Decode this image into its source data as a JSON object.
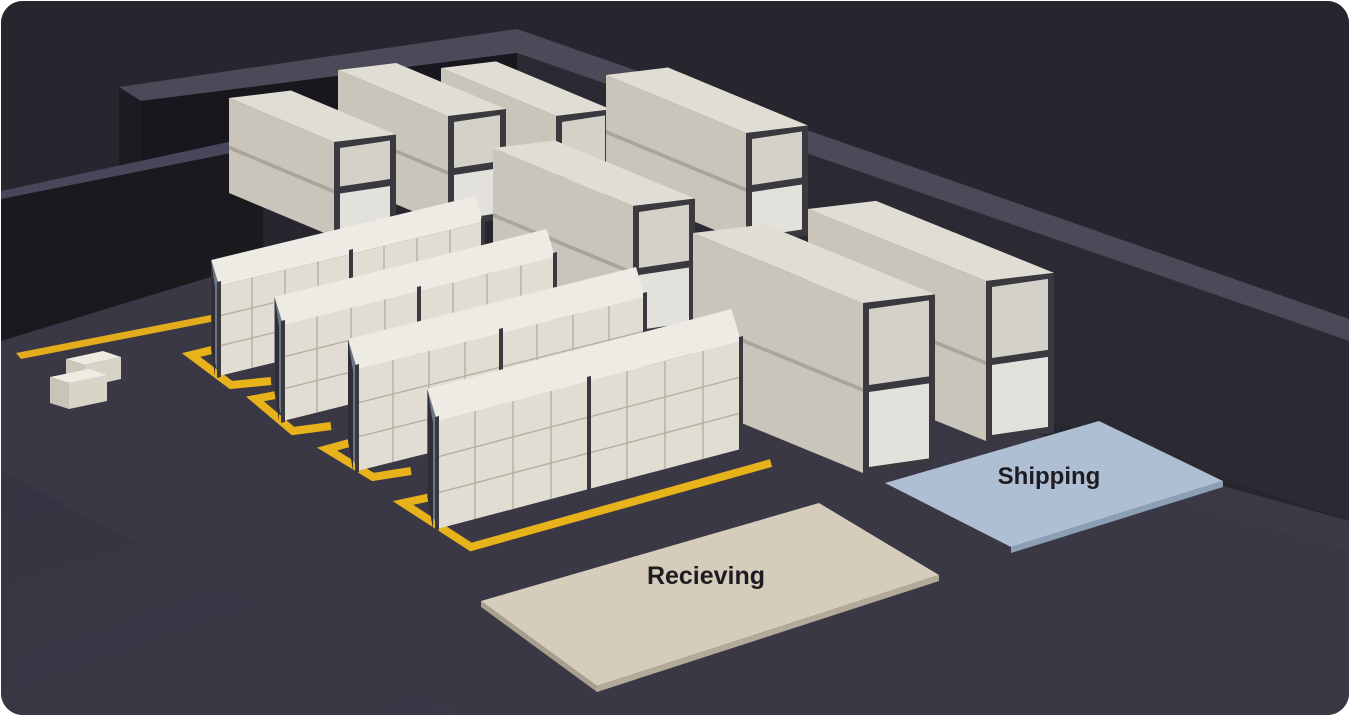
{
  "scene": {
    "zones": [
      {
        "id": "receiving",
        "label": "Recieving",
        "color": "#d6ccbb"
      },
      {
        "id": "shipping",
        "label": "Shipping",
        "color": "#aebfd3"
      }
    ],
    "colors": {
      "background": "#27262e",
      "floor": "#3b3946",
      "wall_top": "#4a4856",
      "wall_side": "#1c1b21",
      "container_top": "#dedbd3",
      "container_side": "#c9c5bb",
      "container_frame": "#3a3940",
      "marking": "#e8b21a",
      "box": "#e6e1d6"
    },
    "icons": [
      "shipping-container",
      "pallet-rack",
      "loose-box"
    ]
  }
}
